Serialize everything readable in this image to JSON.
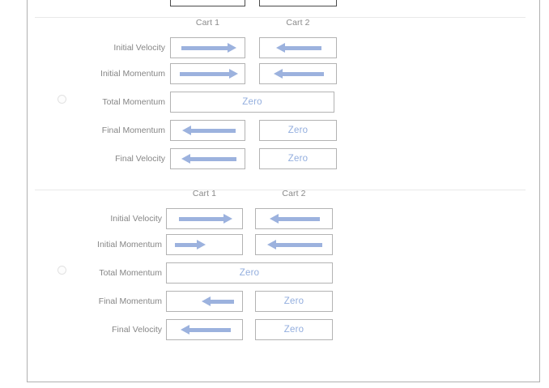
{
  "panel": {
    "accent_color": "#9cb2de",
    "zero_text_color": "#93aede",
    "label_color": "#868686",
    "box_border_color": "#b3b3b3",
    "panel_border_color": "#b0b0b0"
  },
  "top_partial_row": {
    "cells": [
      {
        "name": "cart-1-cell",
        "content": "",
        "border": "dark"
      },
      {
        "name": "cart-2-cell",
        "content": "",
        "border": "dark"
      }
    ]
  },
  "blocks": [
    {
      "id": "block-1",
      "radio": {
        "name": "select-scenario-radio",
        "checked": false
      },
      "column_headers": [
        "Cart 1",
        "Cart 2"
      ],
      "rows": [
        {
          "label": "Initial Velocity",
          "cart1": {
            "type": "arrow",
            "direction": "right",
            "length": 68,
            "align": "center"
          },
          "cart2": {
            "type": "arrow",
            "direction": "left",
            "length": 56,
            "align": "center"
          }
        },
        {
          "label": "Initial Momentum",
          "cart1": {
            "type": "arrow",
            "direction": "right",
            "length": 72,
            "align": "center"
          },
          "cart2": {
            "type": "arrow",
            "direction": "left",
            "length": 62,
            "align": "center"
          }
        },
        {
          "label": "Total Momentum",
          "span": {
            "type": "text",
            "text": "Zero"
          }
        },
        {
          "label": "Final Momentum",
          "cart1": {
            "type": "arrow",
            "direction": "left",
            "length": 66,
            "align": "center"
          },
          "cart2": {
            "type": "text",
            "text": "Zero"
          }
        },
        {
          "label": "Final Velocity",
          "cart1": {
            "type": "arrow",
            "direction": "left",
            "length": 68,
            "align": "center"
          },
          "cart2": {
            "type": "text",
            "text": "Zero"
          }
        }
      ]
    },
    {
      "id": "block-2",
      "radio": {
        "name": "select-scenario-radio",
        "checked": false
      },
      "column_headers": [
        "Cart 1",
        "Cart 2"
      ],
      "rows": [
        {
          "label": "Initial Velocity",
          "cart1": {
            "type": "arrow",
            "direction": "right",
            "length": 66,
            "align": "center"
          },
          "cart2": {
            "type": "arrow",
            "direction": "left",
            "length": 62,
            "align": "center"
          }
        },
        {
          "label": "Initial Momentum",
          "cart1": {
            "type": "arrow",
            "direction": "right",
            "length": 38,
            "align": "left"
          },
          "cart2": {
            "type": "arrow",
            "direction": "left",
            "length": 68,
            "align": "center"
          }
        },
        {
          "label": "Total Momentum",
          "span": {
            "type": "text",
            "text": "Zero"
          }
        },
        {
          "label": "Final Momentum",
          "cart1": {
            "type": "arrow",
            "direction": "left",
            "length": 40,
            "align": "right"
          },
          "cart2": {
            "type": "text",
            "text": "Zero"
          }
        },
        {
          "label": "Final Velocity",
          "cart1": {
            "type": "arrow",
            "direction": "left",
            "length": 62,
            "align": "center"
          },
          "cart2": {
            "type": "text",
            "text": "Zero"
          }
        }
      ]
    }
  ]
}
